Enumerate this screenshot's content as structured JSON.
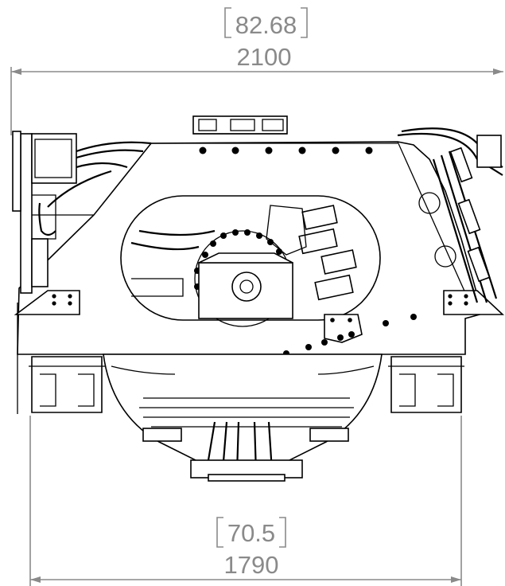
{
  "dimensions": {
    "top": {
      "inches": "82.68",
      "millimeters": "2100"
    },
    "bottom": {
      "inches": "70.5",
      "millimeters": "1790"
    }
  },
  "colors": {
    "dimension": "#8a8a8a",
    "linework": "#000000",
    "background": "#ffffff"
  }
}
